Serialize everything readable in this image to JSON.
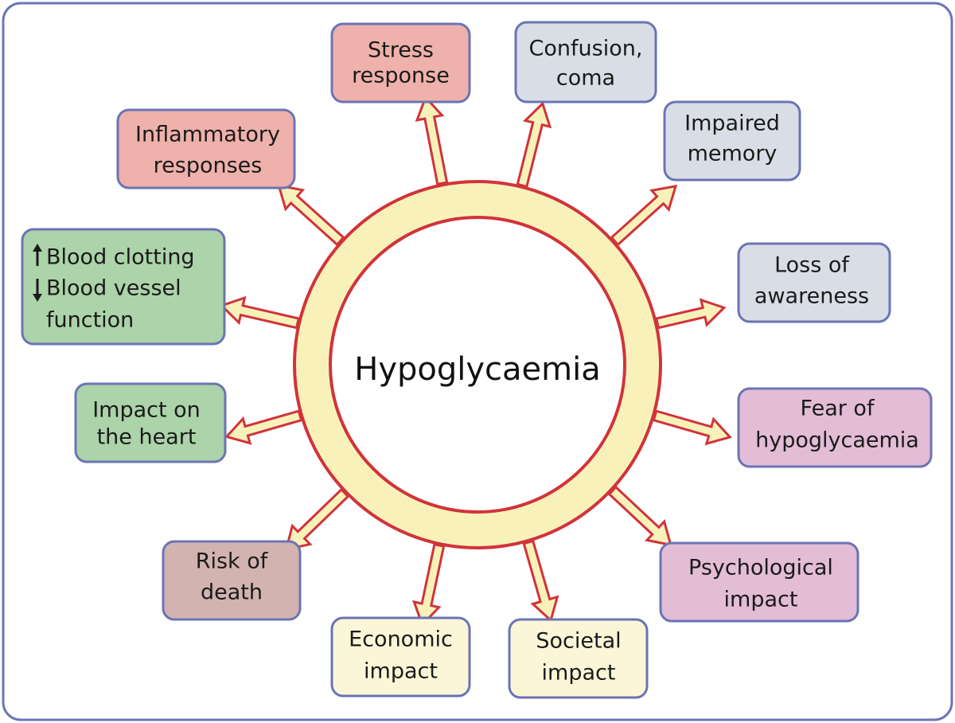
{
  "center": {
    "label": "Hypoglycaemia"
  },
  "colors": {
    "frame_border": "#6b74b5",
    "ring_fill": "#f8f2ba",
    "ring_stroke": "#d1333a",
    "arrow_fill": "#f8f2ba",
    "arrow_stroke": "#d1333a",
    "box_border": "#6b74b5",
    "red_box": "#efb1ab",
    "blue_box": "#d9dde6",
    "green_box": "#acd3a9",
    "purple_box": "#e3bcd6",
    "brown_box": "#d2b3b0",
    "cream_box": "#fbf6d8"
  },
  "icons": {
    "increase": "up-arrow-icon",
    "decrease": "down-arrow-icon"
  },
  "effects": [
    {
      "id": "stress-response",
      "lines": [
        "Stress",
        "response"
      ],
      "color": "red"
    },
    {
      "id": "confusion-coma",
      "lines": [
        "Confusion,",
        "coma"
      ],
      "color": "blue"
    },
    {
      "id": "impaired-memory",
      "lines": [
        "Impaired",
        "memory"
      ],
      "color": "blue"
    },
    {
      "id": "loss-of-awareness",
      "lines": [
        "Loss of",
        "awareness"
      ],
      "color": "blue"
    },
    {
      "id": "fear-of-hypoglycaemia",
      "lines": [
        "Fear of",
        "hypoglycaemia"
      ],
      "color": "purple"
    },
    {
      "id": "psychological-impact",
      "lines": [
        "Psychological",
        "impact"
      ],
      "color": "purple"
    },
    {
      "id": "societal-impact",
      "lines": [
        "Societal",
        "impact"
      ],
      "color": "cream"
    },
    {
      "id": "economic-impact",
      "lines": [
        "Economic",
        "impact"
      ],
      "color": "cream"
    },
    {
      "id": "risk-of-death",
      "lines": [
        "Risk of",
        "death"
      ],
      "color": "brown"
    },
    {
      "id": "impact-on-heart",
      "lines": [
        "Impact on",
        "the heart"
      ],
      "color": "green"
    },
    {
      "id": "blood-clotting",
      "lines": [
        "Blood clotting",
        "Blood vessel",
        "function"
      ],
      "color": "green"
    },
    {
      "id": "inflammatory-responses",
      "lines": [
        "Inflammatory",
        "responses"
      ],
      "color": "red"
    }
  ]
}
